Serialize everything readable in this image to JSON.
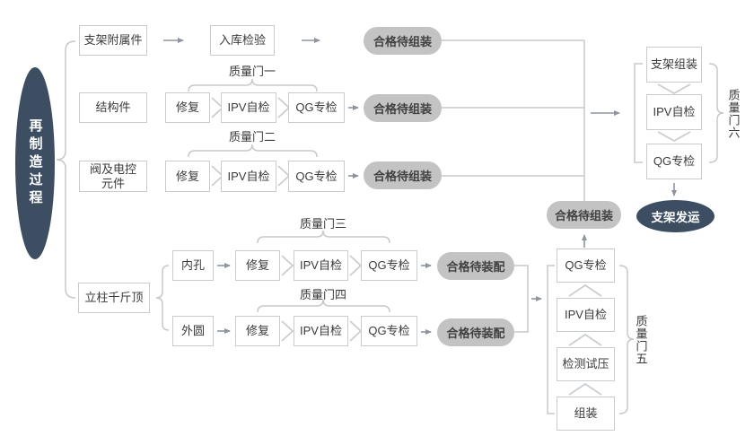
{
  "process": {
    "root_label": "再制造过程",
    "rows": [
      {
        "source": "支架附属件",
        "steps": [
          "入库检验"
        ],
        "result": "合格待组装"
      },
      {
        "source": "结构件",
        "gate": "质量门一",
        "steps": [
          "修复",
          "IPV自检",
          "QG专检"
        ],
        "result": "合格待组装"
      },
      {
        "source_lines": [
          "阀及电控",
          "元件"
        ],
        "gate": "质量门二",
        "steps": [
          "修复",
          "IPV自检",
          "QG专检"
        ],
        "result": "合格待组装"
      },
      {
        "source": "立柱千斤顶",
        "sub": [
          {
            "part": "内孔",
            "gate": "质量门三",
            "steps": [
              "修复",
              "IPV自检",
              "QG专检"
            ],
            "result": "合格待装配"
          },
          {
            "part": "外圆",
            "gate": "质量门四",
            "steps": [
              "修复",
              "IPV自检",
              "QG专检"
            ],
            "result": "合格待装配"
          }
        ]
      }
    ],
    "jack_assembly": {
      "gate": "质量门五",
      "steps": [
        "QG专检",
        "IPV自检",
        "检测试压",
        "组装"
      ],
      "result": "合格待组装"
    },
    "final_assembly": {
      "gate": "质量门六",
      "steps": [
        "支架组装",
        "IPV自检",
        "QG专检"
      ]
    },
    "shipping": "支架发运"
  },
  "colors": {
    "navy": "#3d4e63",
    "pill_gray": "#c3c3c3",
    "box_border": "#c9cccf",
    "connector": "#c5c8cb",
    "arrow": "#8e959c",
    "text": "#3a3a3a",
    "white_text": "#ffffff"
  }
}
